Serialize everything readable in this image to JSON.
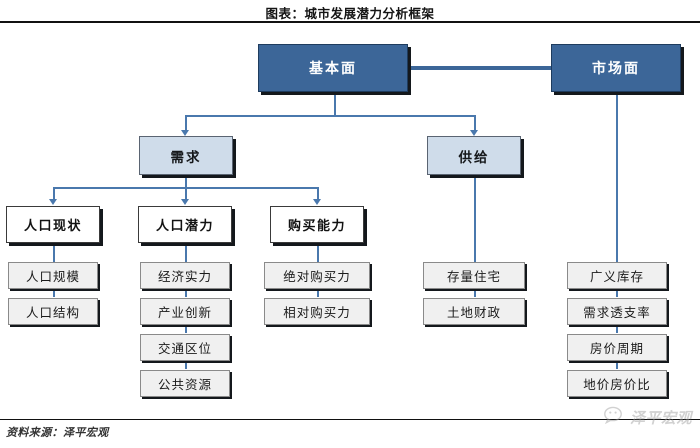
{
  "header": {
    "title": "图表：城市发展潜力分析框架"
  },
  "footer": {
    "source": "资料来源：泽平宏观"
  },
  "watermark": {
    "text": "泽平宏观",
    "icon": "wechat-bubble-icon"
  },
  "colors": {
    "level1_fill": "#3c6698",
    "level1_text": "#ffffff",
    "level2_fill": "#cfdcea",
    "level3_fill": "#ffffff",
    "leaf_fill": "#f0f0f0",
    "connector": "#4a78ad",
    "rule": "#111111",
    "watermark_text": "#9a9a9a"
  },
  "diagram": {
    "type": "tree",
    "level1": [
      {
        "id": "fundamental",
        "label": "基本面"
      },
      {
        "id": "market",
        "label": "市场面"
      }
    ],
    "level2": [
      {
        "id": "demand",
        "label": "需求",
        "parent": "fundamental"
      },
      {
        "id": "supply",
        "label": "供给",
        "parent": "fundamental"
      }
    ],
    "level3": [
      {
        "id": "pop-status",
        "label": "人口现状",
        "parent": "demand"
      },
      {
        "id": "pop-potential",
        "label": "人口潜力",
        "parent": "demand"
      },
      {
        "id": "purchase-power",
        "label": "购买能力",
        "parent": "demand"
      }
    ],
    "leaves": {
      "pop_status": [
        {
          "label": "人口规模"
        },
        {
          "label": "人口结构"
        }
      ],
      "pop_potential": [
        {
          "label": "经济实力"
        },
        {
          "label": "产业创新"
        },
        {
          "label": "交通区位"
        },
        {
          "label": "公共资源"
        }
      ],
      "purchase_power": [
        {
          "label": "绝对购买力"
        },
        {
          "label": "相对购买力"
        }
      ],
      "supply": [
        {
          "label": "存量住宅"
        },
        {
          "label": "土地财政"
        }
      ],
      "market": [
        {
          "label": "广义库存"
        },
        {
          "label": "需求透支率"
        },
        {
          "label": "房价周期"
        },
        {
          "label": "地价房价比"
        }
      ]
    }
  }
}
